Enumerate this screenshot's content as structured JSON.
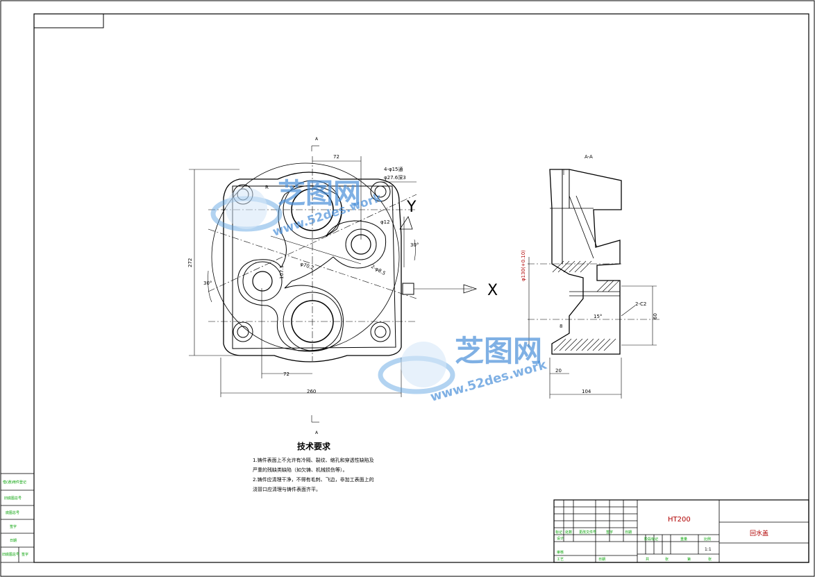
{
  "front_view": {
    "dims": {
      "top_72": "72",
      "bottom_72": "72",
      "width_260": "260",
      "height_272": "272",
      "center_dist": "107.1",
      "angle_30_left": "30°",
      "angle_30_right": "30°",
      "hole_note_1": "4-φ15通",
      "hole_note_2": "φ27.6深3",
      "r_note": "R",
      "phi_note": "φ12",
      "diam_center": "φ70.2",
      "small_note": "2-φ8.5"
    },
    "axis_x": "X",
    "axis_y": "Y",
    "section_mark_top": "A",
    "section_mark_bottom": "A"
  },
  "section_view": {
    "label": "A-A",
    "dims": {
      "vertical_left": "φ130(+0.10)",
      "right_60": "60",
      "bottom_104": "104",
      "bottom_20": "20",
      "chamfer": "2-C2",
      "angle_15": "15°",
      "small_8": "8"
    }
  },
  "tech_requirements": {
    "title": "技术要求",
    "line1": "1.铸件表面上不允许有冷隔、裂纹、缩孔和穿透性缺陷及",
    "line2": "严重的残缺类缺陷（如欠铸、机械损伤等）。",
    "line3": "2.铸件应清理干净，不得有毛刺、飞边，非加工表面上的",
    "line4": "浇冒口应清理与铸件表面齐平。"
  },
  "title_block": {
    "material": "HT200",
    "part_name": "回水盖",
    "scale": "1:1",
    "row_labels": [
      "标记",
      "处数",
      "更改文件号",
      "签字",
      "日期"
    ],
    "sub_labels": [
      "阶段标记",
      "重量",
      "比例"
    ],
    "people": [
      "设计",
      "审核",
      "工艺",
      "日期"
    ],
    "footer": [
      "共",
      "张",
      "第",
      "张"
    ]
  },
  "left_column": {
    "labels": [
      "借(通)用件登记",
      "旧底图总号",
      "底图总号",
      "签字",
      "日期",
      "旧底图总号",
      "签字"
    ]
  },
  "watermarks": {
    "brand": "芝图网",
    "url": "www.52des.work"
  },
  "colors": {
    "line": "#000000",
    "green_text": "#00a000",
    "red_text": "#b00000",
    "watermark": "#4a90d9"
  }
}
